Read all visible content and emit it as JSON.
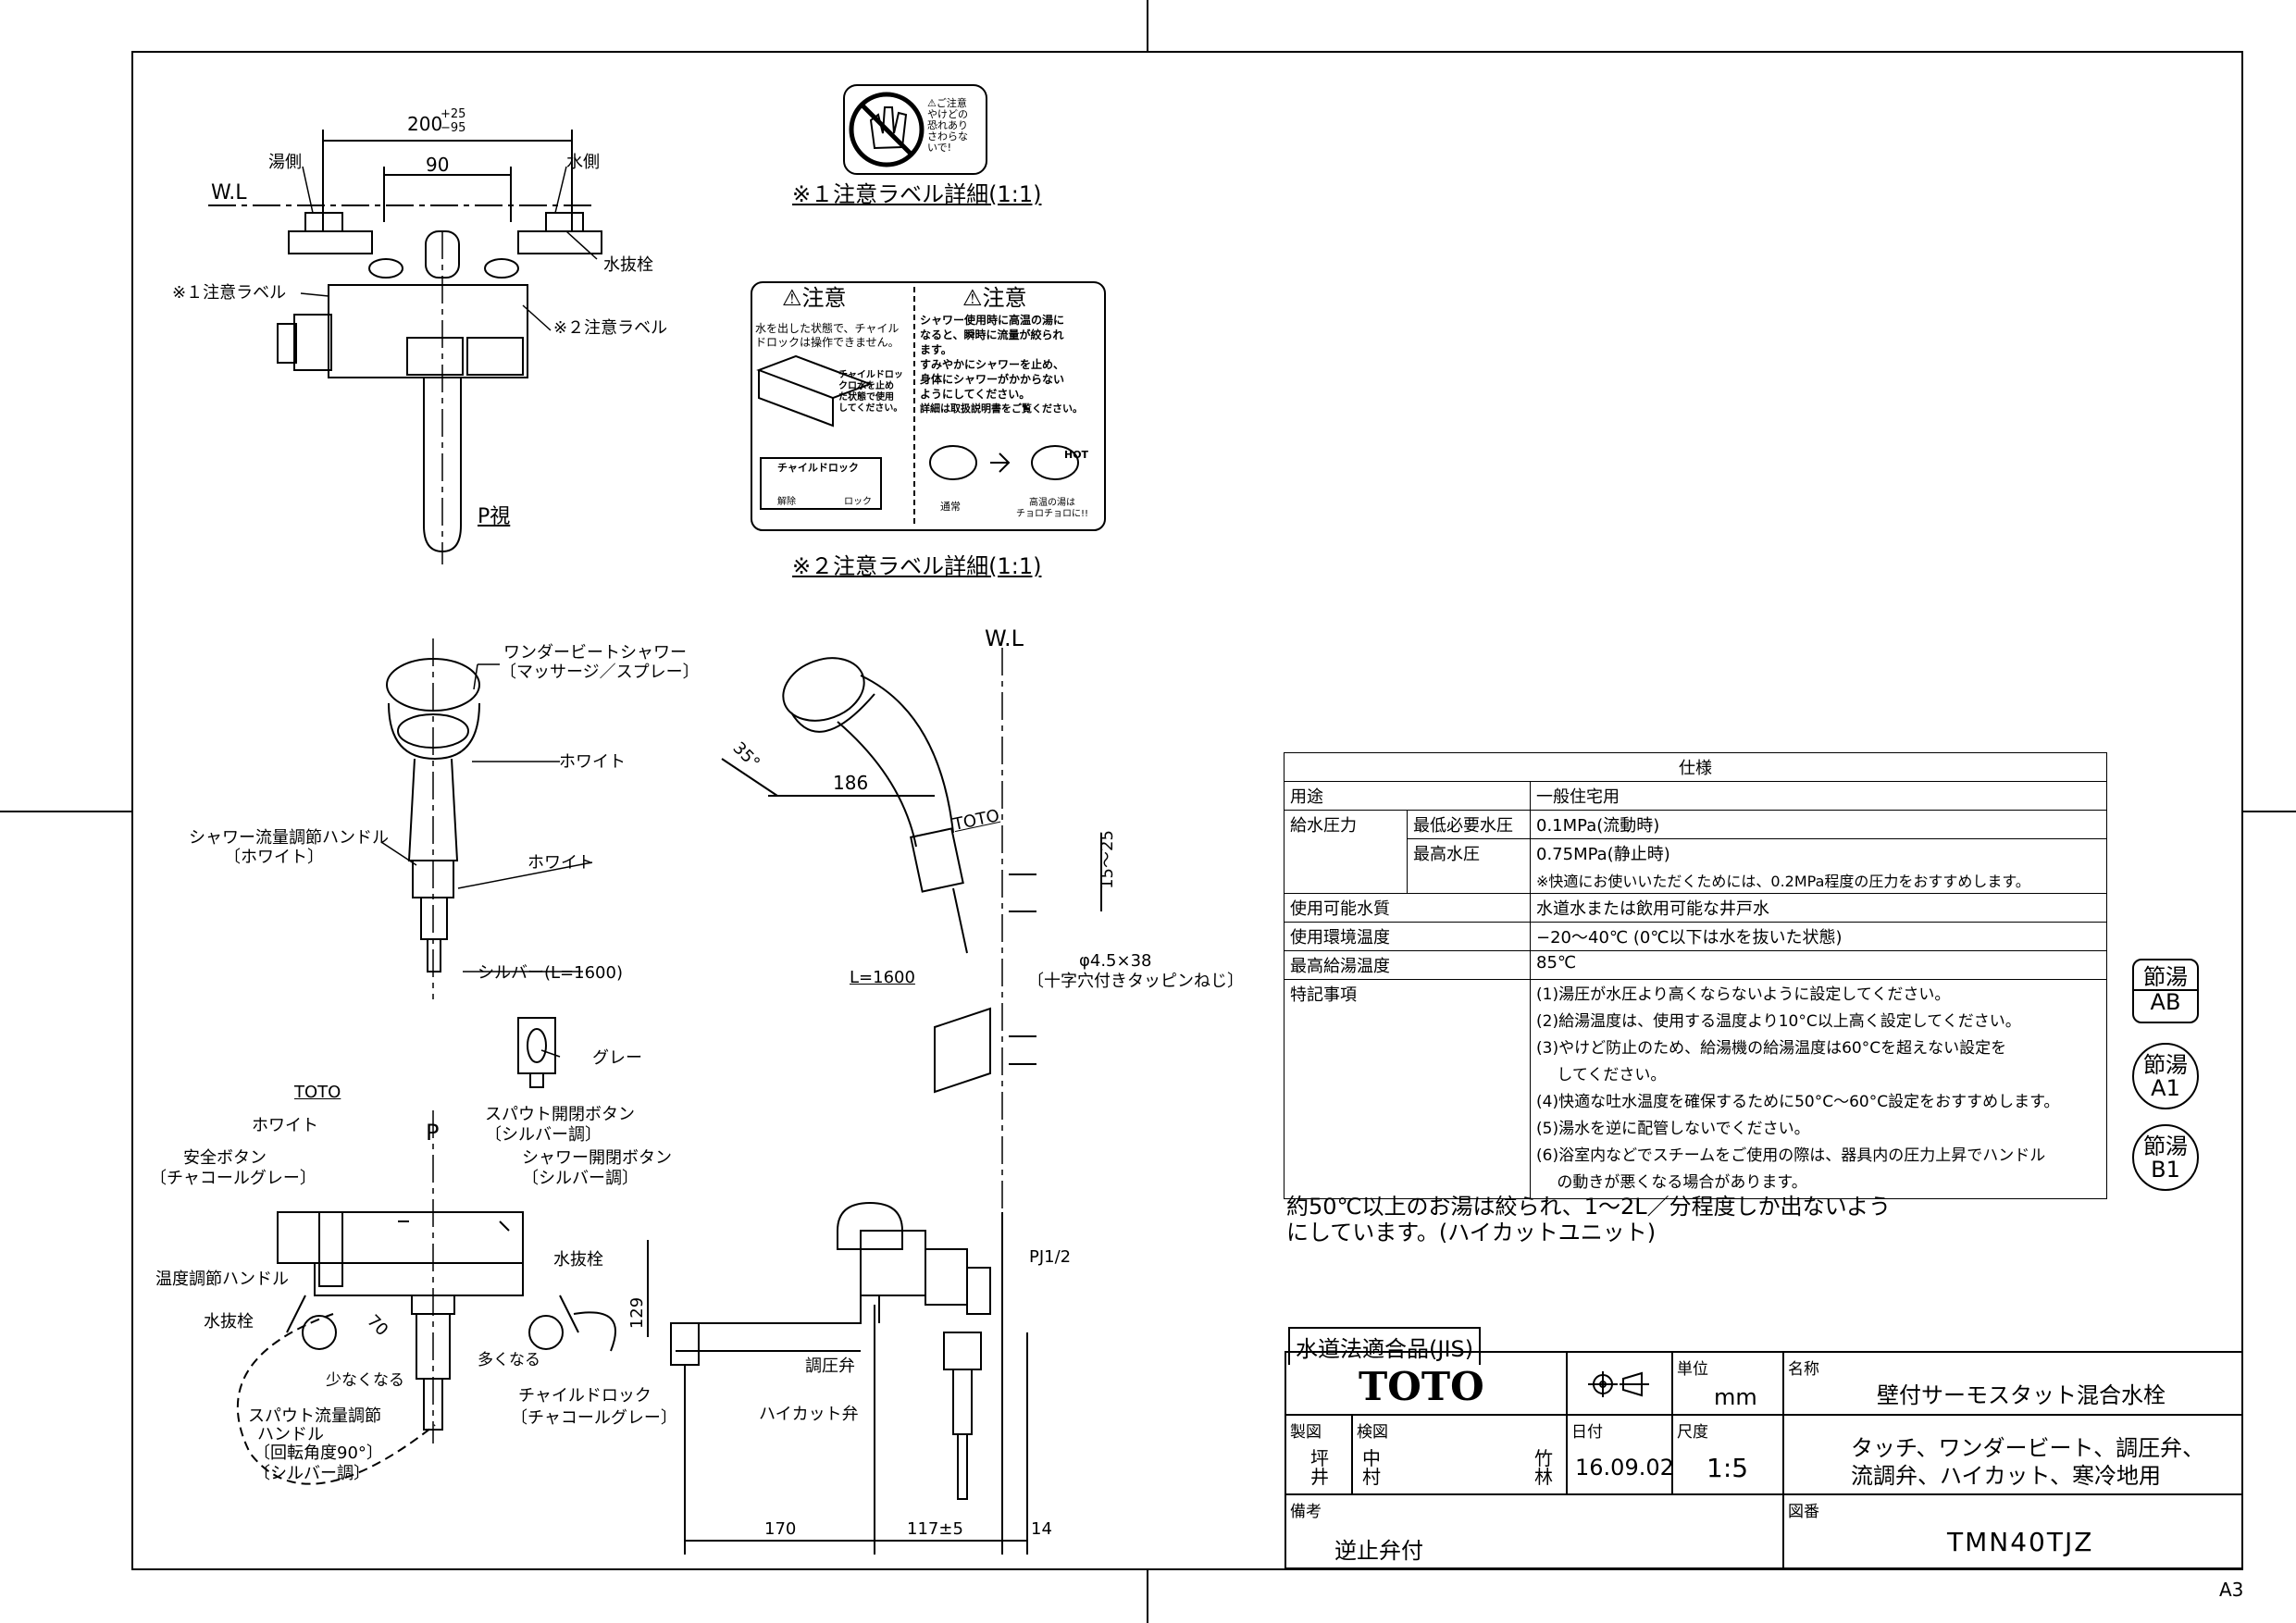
{
  "top_view": {
    "dim_total": "200",
    "dim_total_plus": "+25",
    "dim_total_minus": "−95",
    "dim_90": "90",
    "hot_side": "湯側",
    "cold_side": "水側",
    "wl": "W.L",
    "drain": "水抜栓",
    "label1": "※１注意ラベル",
    "label2": "※２注意ラベル",
    "p_view": "P視"
  },
  "caution_label1": {
    "text_lines": [
      "⚠ご注意",
      "やけどの",
      "恐れあり",
      "さわらな",
      "いで!"
    ],
    "caption": "※１注意ラベル詳細(1:1)"
  },
  "caution_label2": {
    "left_title": "⚠注意",
    "right_title": "⚠注意",
    "left_text": [
      "水を出した状態で、チャイル",
      "ドロックは操作できません。"
    ],
    "child_lock_text": [
      "チャイルドロッ",
      "クロ水を止め",
      "た状態で使用",
      "してください。"
    ],
    "child_lock_title": "チャイルドロック",
    "release": "解除",
    "lock": "ロック",
    "right_text": [
      "シャワー使用時に高温の湯に",
      "なると、瞬時に流量が絞られ",
      "ます。",
      "すみやかにシャワーを止め、",
      "身体にシャワーがかからない",
      "ようにしてください。",
      "詳細は取扱説明書をご覧ください。"
    ],
    "normal": "通常",
    "hot": "HOT",
    "hot_note": [
      "高温の湯は",
      "チョロチョロに!!"
    ],
    "caption": "※２注意ラベル詳細(1:1)"
  },
  "shower_view": {
    "wonder_beat": "ワンダービートシャワー",
    "wonder_beat_mode": "〔マッサージ／スプレー〕",
    "white1": "ホワイト",
    "flow_handle": "シャワー流量調節ハンドル",
    "flow_handle_color": "〔ホワイト〕",
    "white2": "ホワイト",
    "silver_hose": "シルバー(L=1600)",
    "gray": "グレー",
    "wl": "W.L",
    "angle": "35°",
    "dim_186": "186",
    "toto": "TOTO",
    "dim_15_25": "15〜25",
    "l1600": "L=1600",
    "screw": "φ4.5×38",
    "screw_note": "〔十字穴付きタッピンねじ〕"
  },
  "front_view": {
    "toto": "TOTO",
    "white": "ホワイト",
    "safety_button": "安全ボタン",
    "safety_color": "〔チャコールグレー〕",
    "p": "P",
    "spout_button": "スパウト開閉ボタン",
    "spout_color": "〔シルバー調〕",
    "shower_button": "シャワー開閉ボタン",
    "shower_color": "〔シルバー調〕",
    "temp_handle": "温度調節ハンドル",
    "drain_left": "水抜栓",
    "drain_right": "水抜栓",
    "dim_70": "70",
    "less": "少なくなる",
    "more": "多くなる",
    "child_lock": "チャイルドロック",
    "child_lock_color": "〔チャコールグレー〕",
    "spout_flow": "スパウト流量調節",
    "handle": "ハンドル",
    "rotation": "〔回転角度90°〕",
    "silver": "〔シルバー調〕"
  },
  "side_view": {
    "pj": "PJ1/2",
    "dim_129": "129",
    "pressure_valve": "調圧弁",
    "high_cut_valve": "ハイカット弁",
    "dim_170": "170",
    "dim_117": "117±5",
    "dim_14": "14"
  },
  "spec_table": {
    "title": "仕様",
    "rows": [
      {
        "c1": "用途",
        "c2": "",
        "c3": "一般住宅用"
      },
      {
        "c1": "給水圧力",
        "c2": "最低必要水圧",
        "c3": "0.1MPa(流動時)"
      },
      {
        "c1": "",
        "c2": "最高水圧",
        "c3": "0.75MPa(静止時)"
      },
      {
        "c1": "",
        "c2": "",
        "c3": "※快適にお使いいただくためには、0.2MPa程度の圧力をおすすめします。"
      },
      {
        "c1": "使用可能水質",
        "c2": "",
        "c3": "水道水または飲用可能な井戸水"
      },
      {
        "c1": "使用環境温度",
        "c2": "",
        "c3": "−20〜40℃ (0℃以下は水を抜いた状態)"
      },
      {
        "c1": "最高給湯温度",
        "c2": "",
        "c3": "85℃"
      }
    ],
    "notes_header": "特記事項",
    "notes": [
      "(1)湯圧が水圧より高くならないように設定してください。",
      "(2)給湯温度は、使用する温度より10°C以上高く設定してください。",
      "(3)やけど防止のため、給湯機の給湯温度は60°Cを超えない設定を",
      "　 してください。",
      "(4)快適な吐水温度を確保するために50°C〜60°C設定をおすすめします。",
      "(5)湯水を逆に配管しないでください。",
      "(6)浴室内などでスチームをご使用の際は、器具内の圧力上昇でハンドル",
      "　 の動きが悪くなる場合があります。"
    ]
  },
  "flow_note": [
    "約50℃以上のお湯は絞られ、1〜2L／分程度しか出ないよう",
    "にしています。(ハイカットユニット)"
  ],
  "stamps": [
    {
      "top": "節湯",
      "bottom": "AB"
    },
    {
      "top": "節湯",
      "bottom": "A1"
    },
    {
      "top": "節湯",
      "bottom": "B1"
    }
  ],
  "title_block": {
    "jis": "水道法適合品(JIS)",
    "brand": "TOTO",
    "unit_label": "単位",
    "unit": "mm",
    "name_label": "名称",
    "name": "壁付サーモスタット混合水栓",
    "drawn_label": "製図",
    "drawn": [
      "坪",
      "井"
    ],
    "checked_label": "検図",
    "checked1": [
      "中",
      "村"
    ],
    "checked2": [
      "竹",
      "林"
    ],
    "date_label": "日付",
    "date": "16.09.02",
    "scale_label": "尺度",
    "scale": "1:5",
    "features": [
      "タッチ、ワンダービート、調圧弁、",
      "流調弁、ハイカット、寒冷地用"
    ],
    "remarks_label": "備考",
    "remarks": "逆止弁付",
    "drawing_no_label": "図番",
    "drawing_no": "TMN40TJZ"
  },
  "sheet_size": "A3"
}
